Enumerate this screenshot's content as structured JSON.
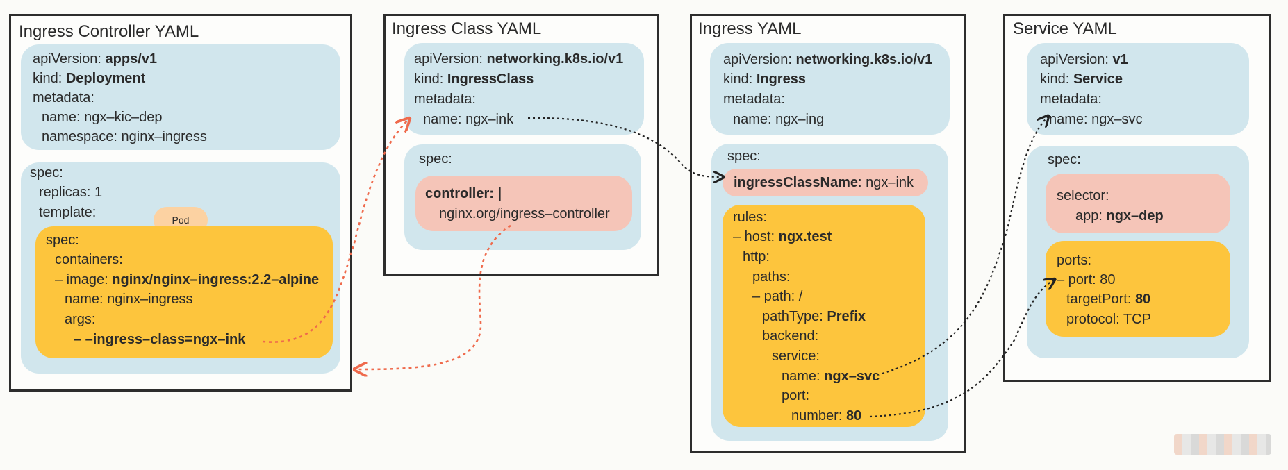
{
  "colors": {
    "blue_box": "#d1e6ed",
    "pink_box": "#f5c5b8",
    "yellow_box": "#fdc53d",
    "pod_badge": "#fcd2a2",
    "arrow_black": "#222222",
    "arrow_red": "#ef6a4c"
  },
  "panels": {
    "controller": {
      "title": "Ingress Controller YAML",
      "meta": {
        "l1_key": "apiVersion: ",
        "l1_val": "apps/v1",
        "l2_key": "kind: ",
        "l2_val": "Deployment",
        "l3": "metadata:",
        "l4": "name: ngx–kic–dep",
        "l5": "namespace: nginx–ingress"
      },
      "spec": {
        "l1": "spec:",
        "l2": "replicas: 1",
        "l3": "template:",
        "pod_badge": "Pod"
      },
      "pod": {
        "l1": "spec:",
        "l2": "containers:",
        "l3_key": "– image: ",
        "l3_val": "nginx/nginx–ingress:2.2–alpine",
        "l4": "name: nginx–ingress",
        "l5": "args:",
        "l6": "– –ingress–class=ngx–ink"
      }
    },
    "ingress_class": {
      "title": "Ingress Class YAML",
      "meta": {
        "l1_key": "apiVersion: ",
        "l1_val": "networking.k8s.io/v1",
        "l2_key": "kind: ",
        "l2_val": "IngressClass",
        "l3": "metadata:",
        "l4": "name: ngx–ink"
      },
      "spec": {
        "l1": "spec:",
        "controller_key": "controller: |",
        "controller_val": "nginx.org/ingress–controller"
      }
    },
    "ingress": {
      "title": "Ingress YAML",
      "meta": {
        "l1_key": "apiVersion: ",
        "l1_val": "networking.k8s.io/v1",
        "l2_key": "kind: ",
        "l2_val": "Ingress",
        "l3": "metadata:",
        "l4": "name: ngx–ing"
      },
      "spec": {
        "l1": "spec:",
        "class_key": "ingressClassName",
        "class_val": ": ngx–ink"
      },
      "rules": {
        "l1": "rules:",
        "l2_key": "– host: ",
        "l2_val": "ngx.test",
        "l3": "http:",
        "l4": "paths:",
        "l5": "– path: /",
        "l6_key": "pathType: ",
        "l6_val": "Prefix",
        "l7": "backend:",
        "l8": "service:",
        "l9_key": "name: ",
        "l9_val": "ngx–svc",
        "l10": "port:",
        "l11_key": "number: ",
        "l11_val": "80"
      }
    },
    "service": {
      "title": "Service YAML",
      "meta": {
        "l1_key": "apiVersion: ",
        "l1_val": "v1",
        "l2_key": "kind: ",
        "l2_val": "Service",
        "l3": "metadata:",
        "l4": "name: ngx–svc"
      },
      "spec": {
        "l1": "spec:",
        "selector": "selector:",
        "app_key": "app: ",
        "app_val": "ngx–dep"
      },
      "ports": {
        "l1": "ports:",
        "l2": "– port: 80",
        "l3_key": "targetPort: ",
        "l3_val": "80",
        "l4": "protocol: TCP"
      }
    }
  }
}
